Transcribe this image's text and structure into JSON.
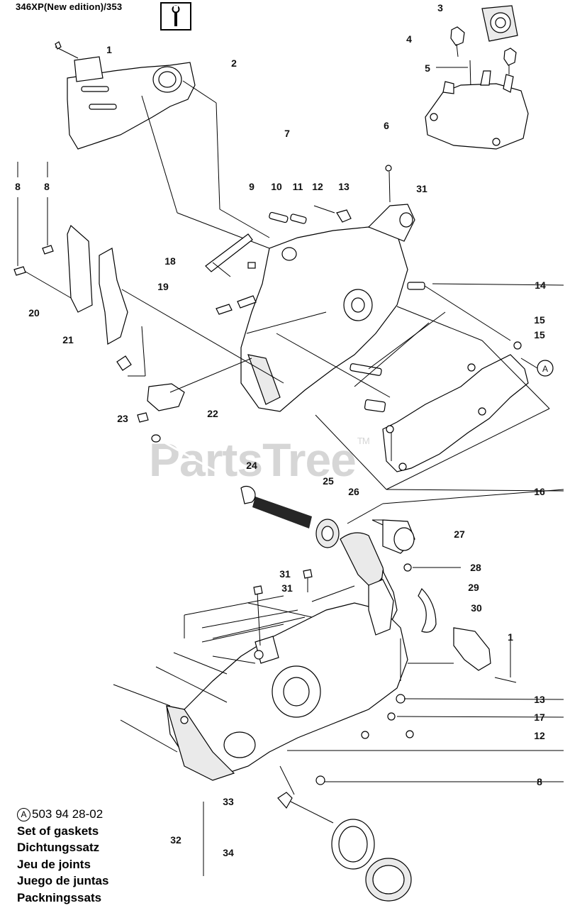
{
  "header": {
    "model_title": "346XP(New edition)/353",
    "tool_icon": "wrench-icon"
  },
  "watermark": {
    "text": "PartsTree",
    "trademark": "TM"
  },
  "legend": {
    "symbol": "A",
    "kit_number": "503 94 28-02",
    "labels": [
      "Set of gaskets",
      "Dichtungssatz",
      "Jeu de joints",
      "Juego de juntas",
      "Packningssats"
    ]
  },
  "callout": {
    "symbol": "A"
  },
  "part_numbers": [
    "1",
    "2",
    "3",
    "4",
    "5",
    "6",
    "7",
    "8",
    "8",
    "9",
    "10",
    "11",
    "12",
    "13",
    "31",
    "14",
    "18",
    "19",
    "20",
    "21",
    "15",
    "15",
    "23",
    "22",
    "24",
    "25",
    "26",
    "16",
    "27",
    "28",
    "31",
    "31",
    "29",
    "30",
    "1",
    "13",
    "17",
    "12",
    "8",
    "33",
    "32",
    "34"
  ]
}
